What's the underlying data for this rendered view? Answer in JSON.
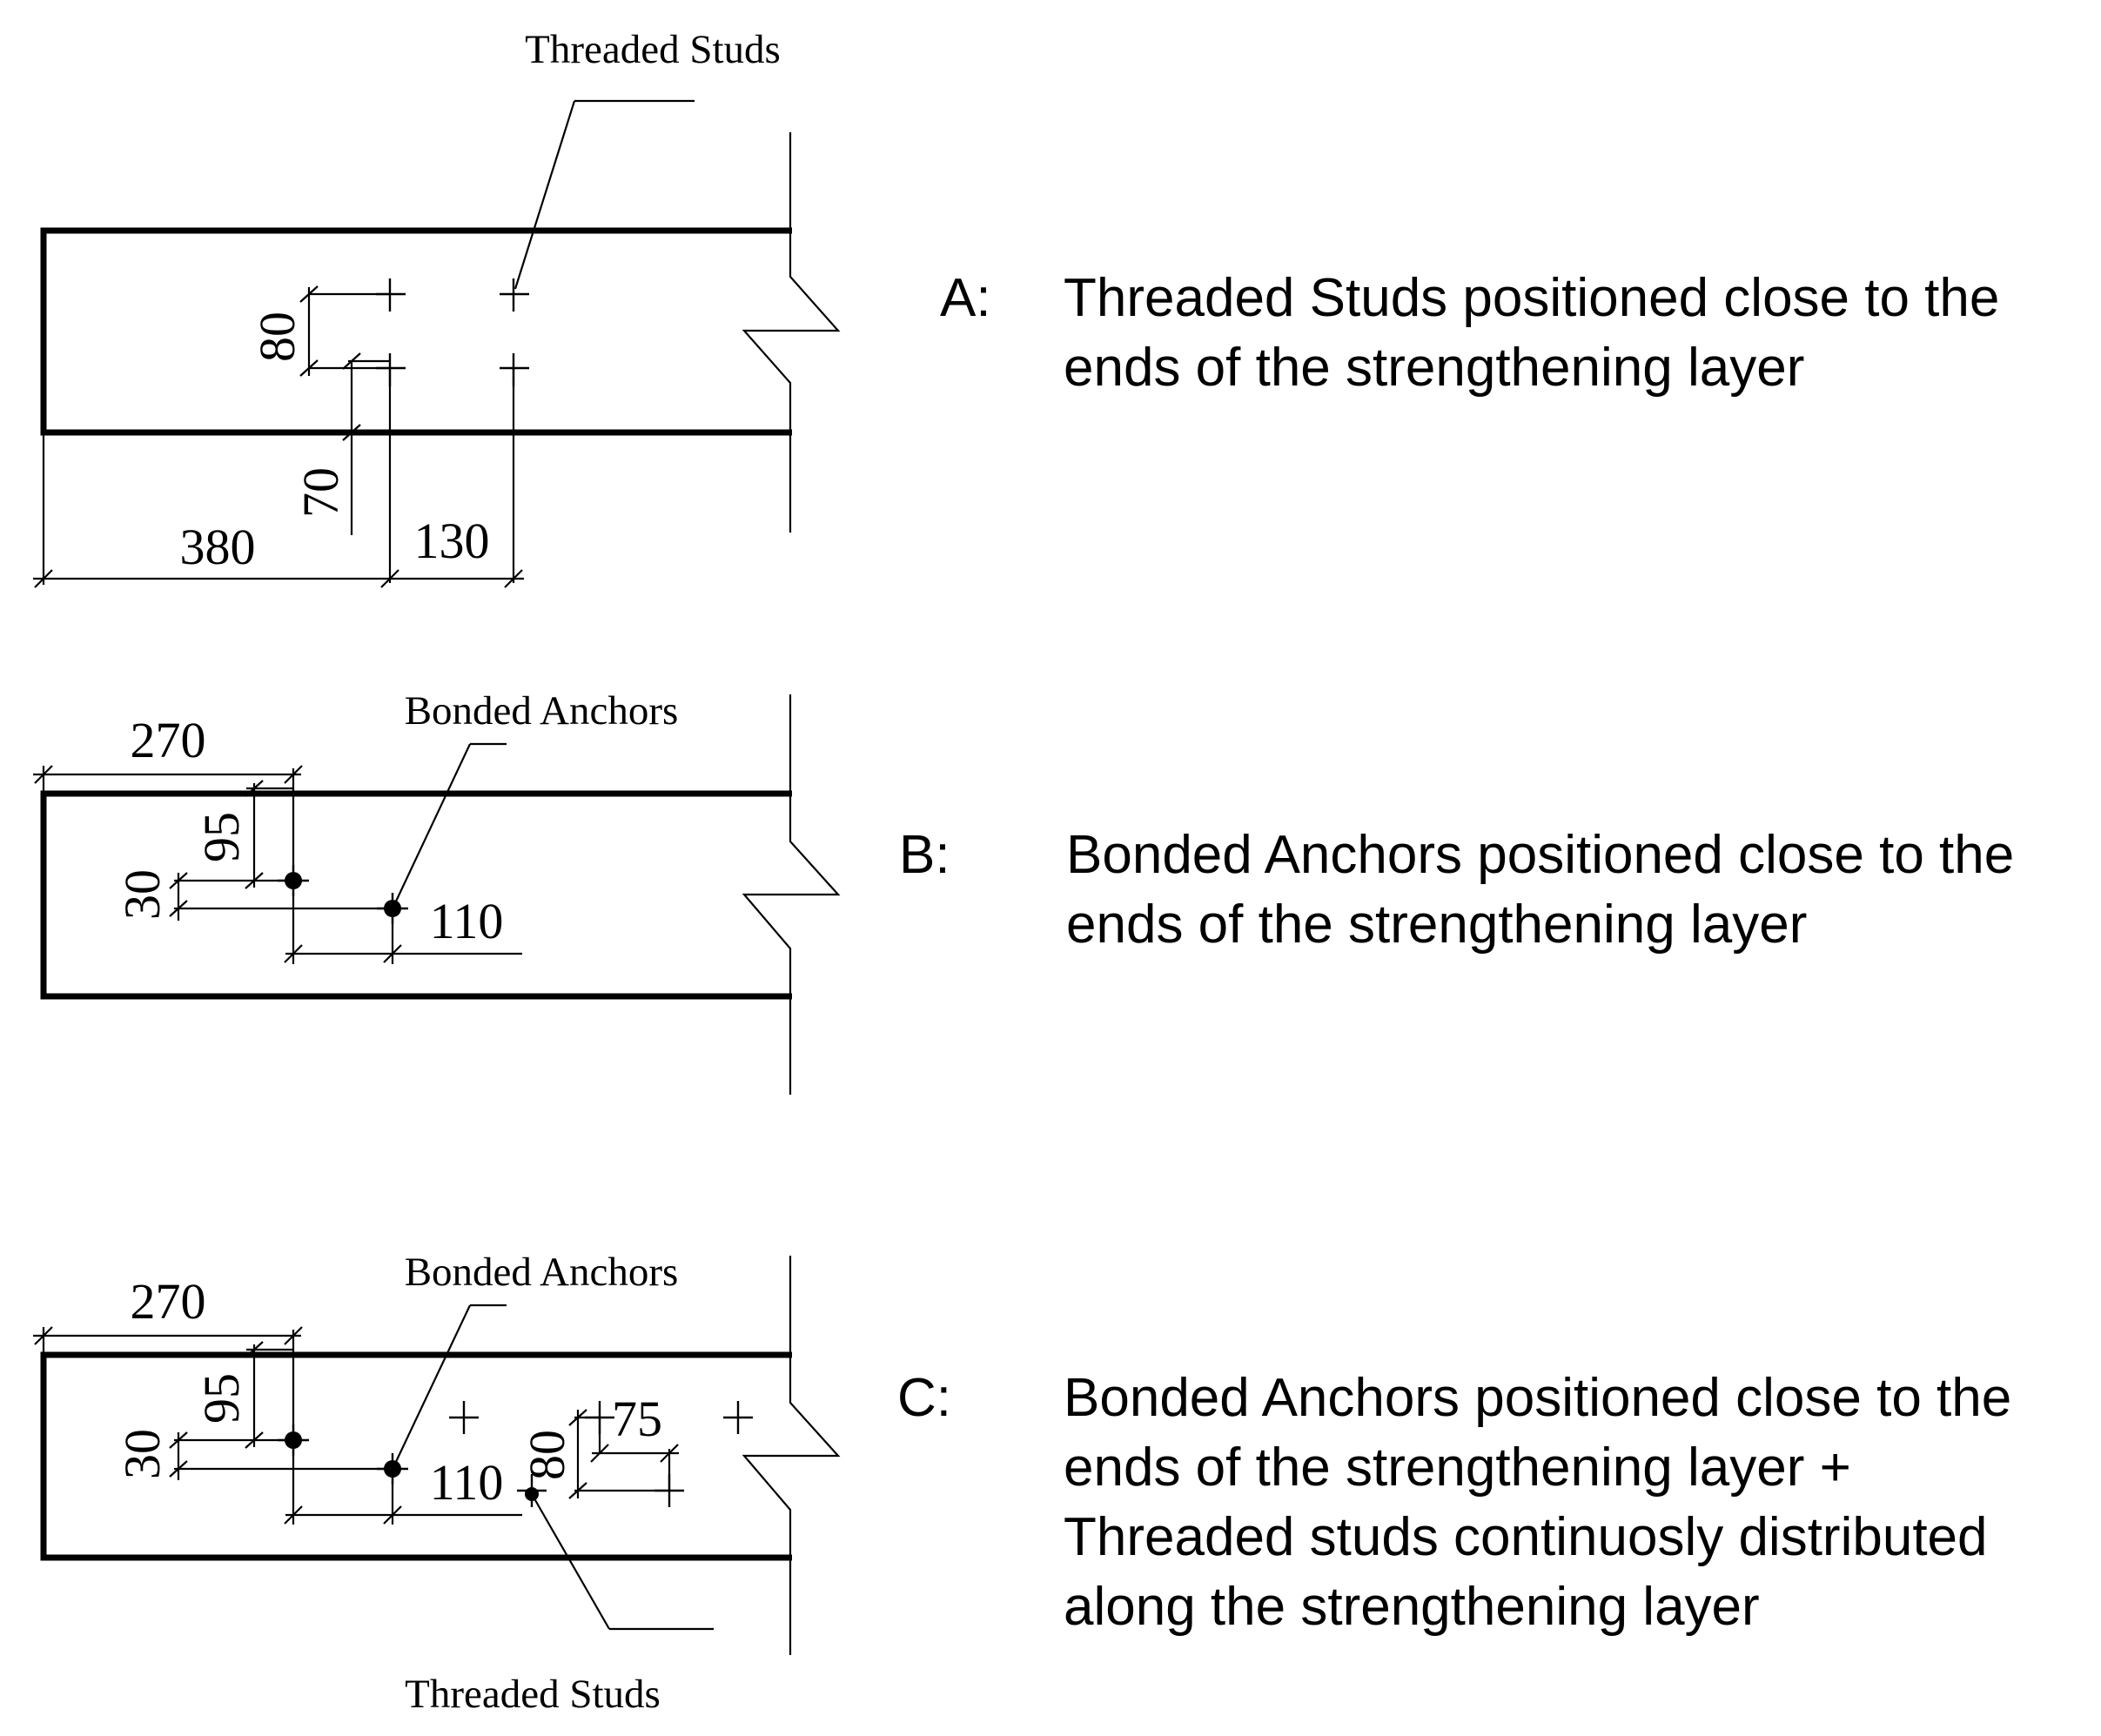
{
  "panels": [
    {
      "key": "A:",
      "description": [
        "Threaded Studs positioned close to the",
        "ends of the strengthening layer"
      ],
      "labels": [
        "Threaded Studs"
      ],
      "dims": [
        "80",
        "70",
        "380",
        "130"
      ]
    },
    {
      "key": "B:",
      "description": [
        "Bonded Anchors positioned close to the",
        "ends of the strengthening layer"
      ],
      "labels": [
        "Bonded Anchors"
      ],
      "dims": [
        "270",
        "95",
        "30",
        "110"
      ]
    },
    {
      "key": "C:",
      "description": [
        "Bonded Anchors positioned close to the",
        "ends of the strengthening layer +",
        "Threaded studs continuosly distributed",
        "along the strengthening layer"
      ],
      "labels": [
        "Bonded Anchors",
        "Threaded Studs"
      ],
      "dims": [
        "270",
        "95",
        "30",
        "110",
        "80",
        "75"
      ]
    }
  ]
}
